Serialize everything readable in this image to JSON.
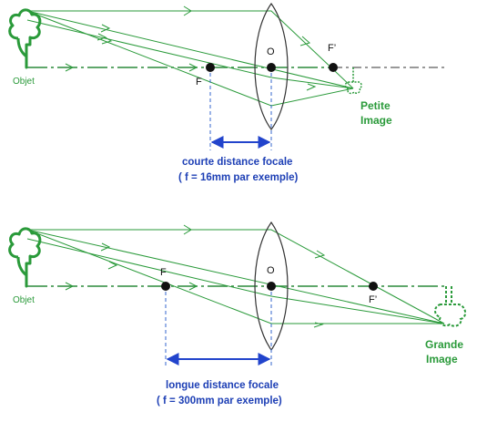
{
  "colors": {
    "ray": "#2a9a3a",
    "axis": "#2a8a3a",
    "lens": "#333333",
    "measure": "#2244cc",
    "dot": "#111111"
  },
  "icons": [
    "tree-icon",
    "image-tree-icon"
  ],
  "top": {
    "object_label": "Objet",
    "f_label": "F",
    "o_label": "O",
    "fprime_label": "F’",
    "image_label_line1": "Petite",
    "image_label_line2": "Image",
    "focal_text_line1": "courte distance focale",
    "focal_text_line2": "( f = 16mm par exemple)"
  },
  "bottom": {
    "object_label": "Objet",
    "f_label": "F",
    "o_label": "O",
    "fprime_label": "F’",
    "image_label_line1": "Grande",
    "image_label_line2": "Image",
    "focal_text_line1": "longue distance focale",
    "focal_text_line2": "( f = 300mm par exemple)"
  }
}
